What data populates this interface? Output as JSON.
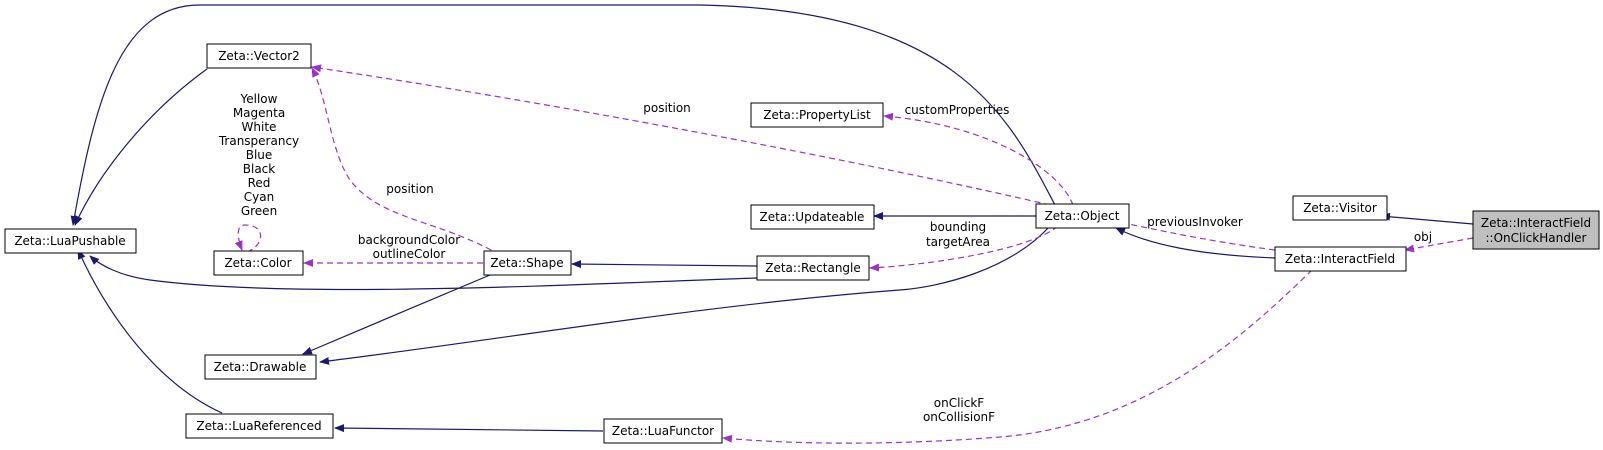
{
  "nodes": {
    "luapushable": "Zeta::LuaPushable",
    "vector2": "Zeta::Vector2",
    "color": "Zeta::Color",
    "drawable": "Zeta::Drawable",
    "luareferenced": "Zeta::LuaReferenced",
    "shape": "Zeta::Shape",
    "luafunctor": "Zeta::LuaFunctor",
    "propertylist": "Zeta::PropertyList",
    "updateable": "Zeta::Updateable",
    "rectangle": "Zeta::Rectangle",
    "object": "Zeta::Object",
    "visitor": "Zeta::Visitor",
    "interactfield": "Zeta::InteractField",
    "onclickhandler_line1": "Zeta::InteractField",
    "onclickhandler_line2": "::OnClickHandler"
  },
  "edge_labels": {
    "vector2_position_object": "position",
    "vector2_position_shape": "position",
    "color_self": [
      "Yellow",
      "Magenta",
      "White",
      "Transperancy",
      "Blue",
      "Black",
      "Red",
      "Cyan",
      "Green"
    ],
    "color_shape": [
      "backgroundColor",
      "outlineColor"
    ],
    "propertylist_object": "customProperties",
    "rectangle_object": [
      "bounding",
      "targetArea"
    ],
    "object_interactfield": "previousInvoker",
    "interactfield_onclick": "obj",
    "luafunctor_interactfield": [
      "onClickF",
      "onCollisionF"
    ]
  },
  "colors": {
    "inheritance": "#191970",
    "usage": "#9a32cd",
    "focus_fill": "#bfbfbf"
  }
}
